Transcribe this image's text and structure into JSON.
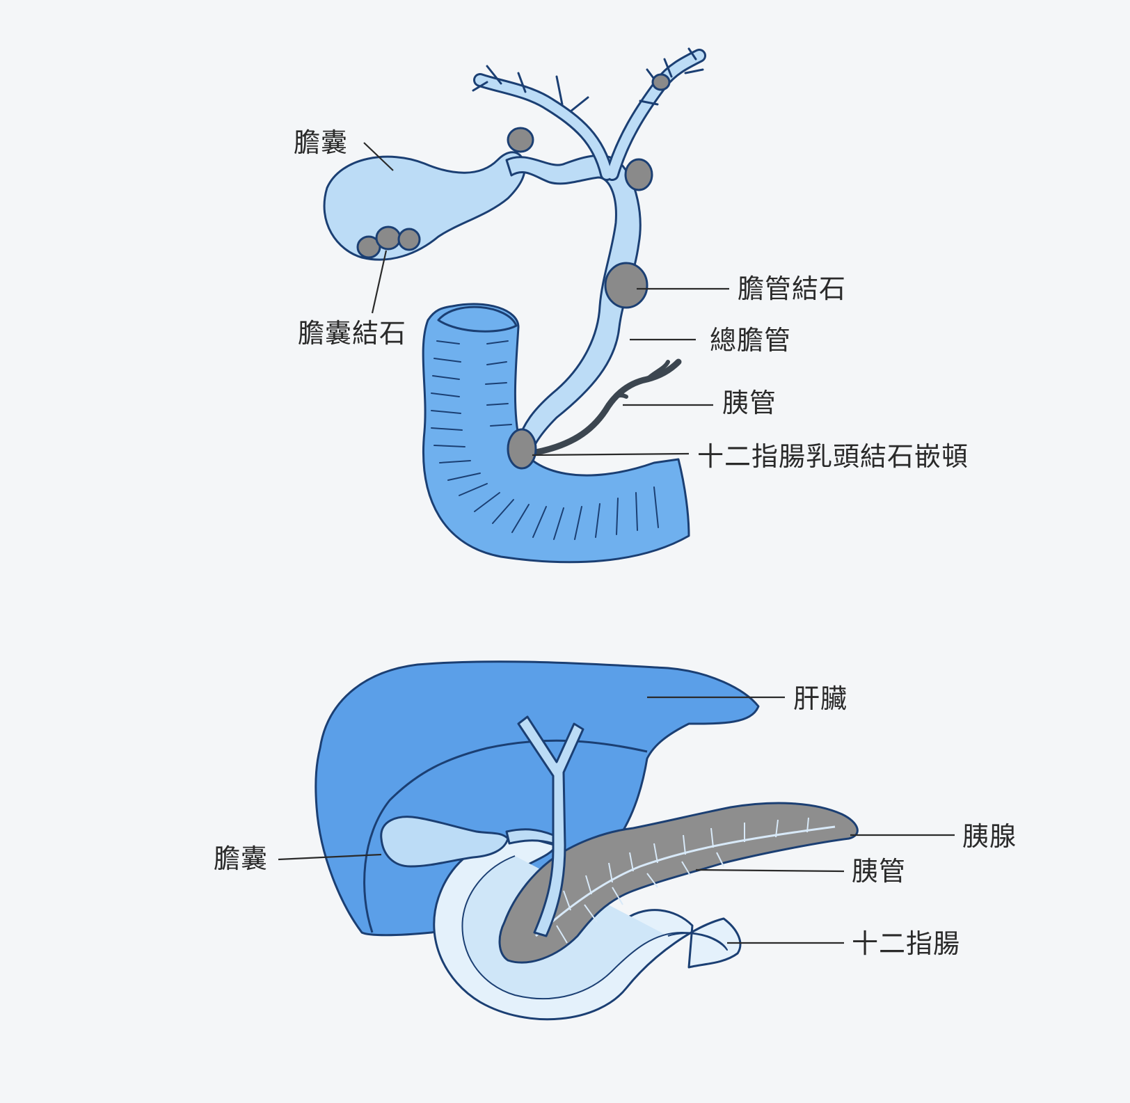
{
  "top_diagram": {
    "labels": {
      "gallbladder": "膽囊",
      "gallbladder_stones": "膽囊結石",
      "bile_duct_stone": "膽管結石",
      "common_bile_duct": "總膽管",
      "pancreatic_duct": "胰管",
      "papilla_stone": "十二指腸乳頭結石嵌頓"
    }
  },
  "bottom_diagram": {
    "labels": {
      "liver": "肝臟",
      "gallbladder": "膽囊",
      "pancreas": "胰腺",
      "pancreatic_duct": "胰管",
      "duodenum": "十二指腸"
    }
  },
  "colors": {
    "paper": "#f4f6f8",
    "liver_blue": "#5b9fe8",
    "duct_light_blue": "#bcdcf6",
    "duodenum_blue": "#6fb0ee",
    "stone_gray": "#8a8a8a",
    "pancreas_gray": "#8e8e8e",
    "outline": "#1b3f73"
  }
}
